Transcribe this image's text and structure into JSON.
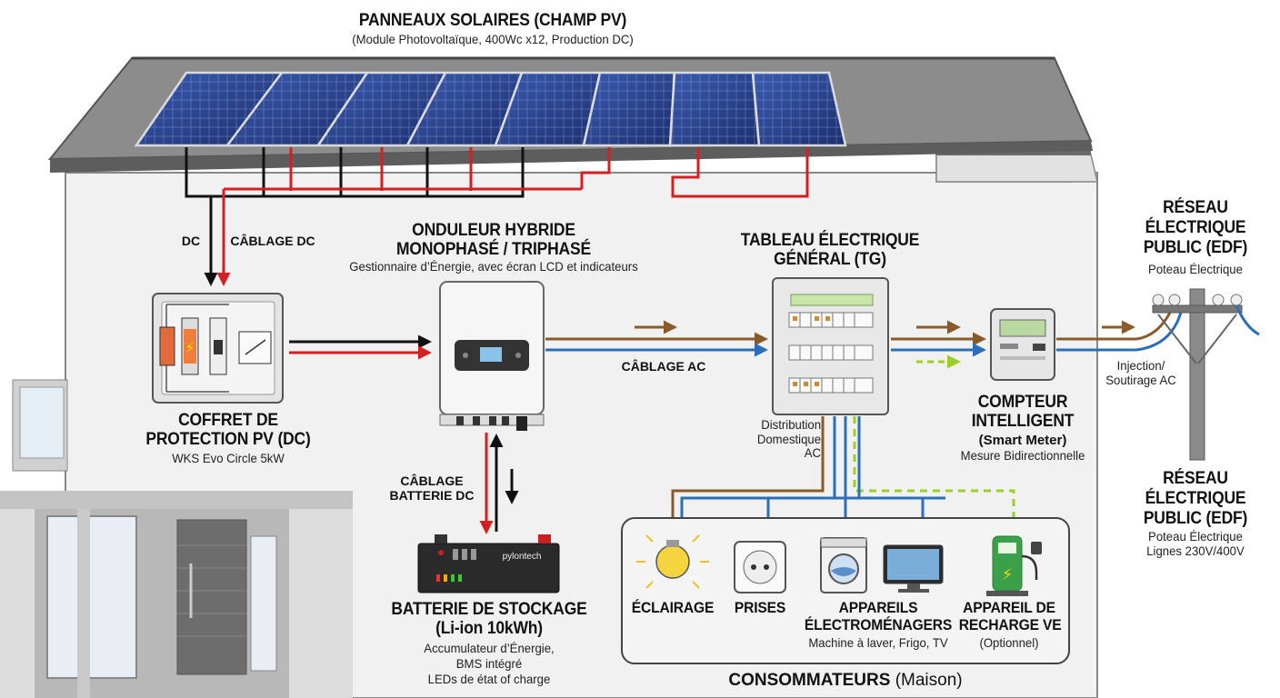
{
  "header": {
    "title": "PANNEAUX SOLAIRES (CHAMP PV)",
    "subtitle": "(Module Photovoltaïque, 400Wc x12, Production DC)"
  },
  "cables": {
    "dc": "DC",
    "cablage_dc": "CÂBLAGE DC",
    "cablage_ac": "CÂBLAGE AC",
    "cablage_batterie_l1": "CÂBLAGE",
    "cablage_batterie_l2": "BATTERIE DC",
    "injection_l1": "Injection/",
    "injection_l2": "Soutirage AC"
  },
  "onduleur": {
    "title_l1": "ONDULEUR HYBRIDE",
    "title_l2": "MONOPHASÉ / TRIPHASÉ",
    "subtitle": "Gestionnaire d’Énergie, avec écran LCD et indicateurs"
  },
  "coffret": {
    "title_l1": "COFFRET DE",
    "title_l2": "PROTECTION PV (DC)",
    "subtitle": "WKS Evo Circle 5kW"
  },
  "tableau": {
    "title_l1": "TABLEAU ÉLECTRIQUE",
    "title_l2": "GÉNÉRAL (TG)",
    "dist_l1": "Distribution",
    "dist_l2": "Domestique",
    "dist_l3": "AC"
  },
  "compteur": {
    "title_l1": "COMPTEUR",
    "title_l2": "INTELLIGENT",
    "title_l3": "(Smart Meter)",
    "subtitle": "Mesure Bidirectionnelle"
  },
  "reseau_top": {
    "title_l1": "RÉSEAU",
    "title_l2": "ÉLECTRIQUE",
    "title_l3": "PUBLIC (EDF)",
    "subtitle": "Poteau Électrique"
  },
  "reseau_bottom": {
    "title_l1": "RÉSEAU",
    "title_l2": "ÉLECTRIQUE",
    "title_l3": "PUBLIC (EDF)",
    "sub_l1": "Poteau Électrique",
    "sub_l2": "Lignes 230V/400V"
  },
  "batterie": {
    "brand": "pylontech",
    "title_l1": "BATTERIE DE STOCKAGE",
    "title_l2": "(Li-ion 10kWh)",
    "sub_l1": "Accumulateur d’Énergie,",
    "sub_l2": "BMS intégré",
    "sub_l3": "LEDs de état of charge"
  },
  "consommateurs": {
    "eclairage": "ÉCLAIRAGE",
    "prises": "PRISES",
    "appareils_l1": "APPAREILS",
    "appareils_l2": "ÉLECTROMÉNAGERS",
    "appareils_sub": "Machine à laver, Frigo, TV",
    "recharge_l1": "APPAREIL DE",
    "recharge_l2": "RECHARGE VE",
    "recharge_sub": "(Optionnel)",
    "footer_bold": "CONSOMMATEURS",
    "footer_rest": " (Maison)"
  },
  "colors": {
    "dc_positive": "#d42020",
    "dc_negative": "#111111",
    "ac_phase": "#8a5a2b",
    "ac_neutral": "#2a6fb8",
    "earth": "#9bcf2a"
  }
}
